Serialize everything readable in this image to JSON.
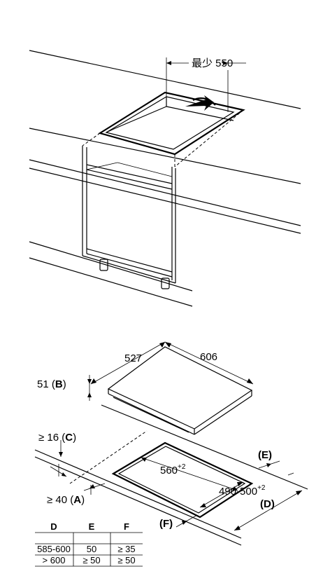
{
  "top_diagram": {
    "min_label": "最少 550"
  },
  "bottom_diagram": {
    "depth_label": "527",
    "width_label": "606",
    "height_label": "51",
    "height_ref": "B",
    "cutout_width_base": "560",
    "cutout_width_tol": "+2",
    "cutout_depth_base": "490-500",
    "cutout_depth_tol": "+2",
    "c_label": "≥ 16",
    "c_ref": "C",
    "a_label": "≥ 40",
    "a_ref": "A",
    "e_ref": "(E)",
    "d_ref": "(D)",
    "f_ref": "(F)"
  },
  "table": {
    "headers": [
      "D",
      "E",
      "F"
    ],
    "rows": [
      [
        "585-600",
        "50",
        "≥ 35"
      ],
      [
        "> 600",
        "≥ 50",
        "≥ 50"
      ]
    ]
  }
}
